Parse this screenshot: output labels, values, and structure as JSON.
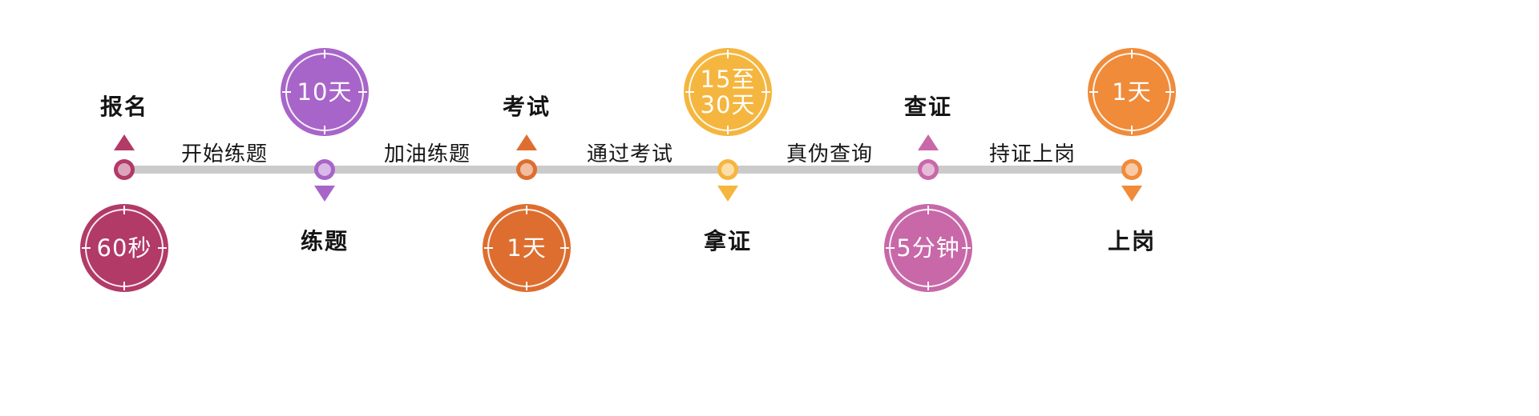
{
  "timeline": {
    "bar_color": "#cbcbcb",
    "nodes": [
      {
        "label": "报名",
        "time_lines": [
          "60秒"
        ],
        "color": "#b23a66",
        "layout": "label-top"
      },
      {
        "label": "练题",
        "time_lines": [
          "10天"
        ],
        "color": "#a865c9",
        "layout": "label-bottom"
      },
      {
        "label": "考试",
        "time_lines": [
          "1天"
        ],
        "color": "#dd6e2f",
        "layout": "label-top"
      },
      {
        "label": "拿证",
        "time_lines": [
          "15至",
          "30天"
        ],
        "color": "#f5b63f",
        "layout": "label-bottom"
      },
      {
        "label": "查证",
        "time_lines": [
          "5分钟"
        ],
        "color": "#c868a8",
        "layout": "label-top"
      },
      {
        "label": "上岗",
        "time_lines": [
          "1天"
        ],
        "color": "#f08b3a",
        "layout": "label-bottom"
      }
    ],
    "segments": [
      {
        "label": "开始练题"
      },
      {
        "label": "加油练题"
      },
      {
        "label": "通过考试"
      },
      {
        "label": "真伪查询"
      },
      {
        "label": "持证上岗"
      }
    ]
  }
}
